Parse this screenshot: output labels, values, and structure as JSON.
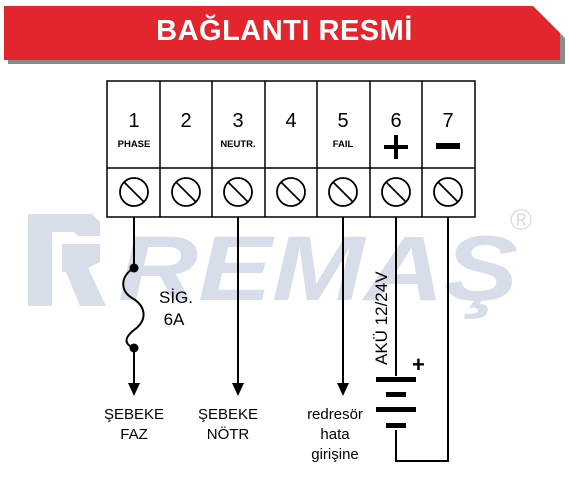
{
  "title": "BAĞLANTI RESMİ",
  "watermark": {
    "brand_text": "REMAŞ",
    "registered_mark": "®"
  },
  "terminals": [
    {
      "number": "1",
      "label": "PHASE"
    },
    {
      "number": "2",
      "label": ""
    },
    {
      "number": "3",
      "label": "NEUTR."
    },
    {
      "number": "4",
      "label": ""
    },
    {
      "number": "5",
      "label": "FAIL"
    },
    {
      "number": "6",
      "label": "+"
    },
    {
      "number": "7",
      "label": "−"
    }
  ],
  "fuse": {
    "line1": "SİG.",
    "line2": "6A"
  },
  "battery": {
    "label": "AKÜ 12/24V",
    "plus": "+"
  },
  "outputs": {
    "phase": [
      "ŞEBEKE",
      "FAZ"
    ],
    "neutral": [
      "ŞEBEKE",
      "NÖTR"
    ],
    "fail": [
      "redresör",
      "hata",
      "girişine"
    ]
  },
  "colors": {
    "banner": "#e3262e",
    "banner_shadow": "#8c8c8c",
    "watermark": "#d7dde9",
    "line": "#000000"
  }
}
